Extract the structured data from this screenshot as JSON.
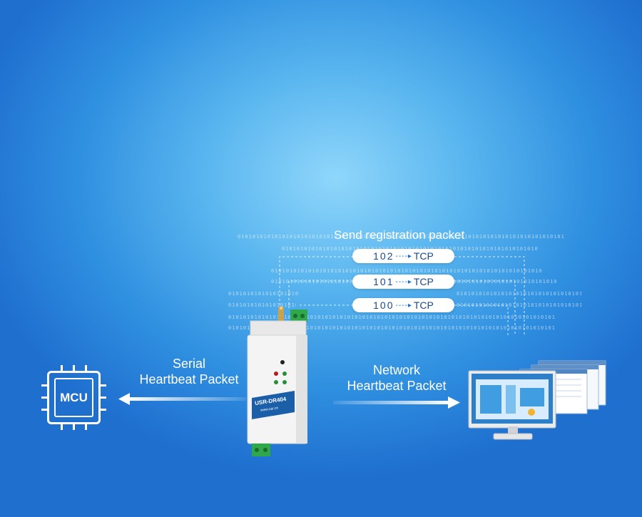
{
  "diagram": {
    "title": "Send registration packet",
    "registration_packets": [
      {
        "number": "102",
        "arrow": "----▸",
        "protocol": "TCP"
      },
      {
        "number": "101",
        "arrow": "----▸",
        "protocol": "TCP"
      },
      {
        "number": "100",
        "arrow": "----▸",
        "protocol": "TCP"
      }
    ],
    "mcu_label": "MCU",
    "serial_label_line1": "Serial",
    "serial_label_line2": "Heartbeat Packet",
    "network_label_line1": "Network",
    "network_label_line2": "Heartbeat Packet",
    "device_model": "USR-DR404",
    "device_site": "www.usr.cn",
    "binary_text": "0101010101010101010101010101010101010101010101010101010101010101010101010101010101010101"
  },
  "colors": {
    "arrow": "#ffffff",
    "device_body": "#f2f2f2",
    "device_badge": "#1a5fa8",
    "terminal_green": "#2fa84a"
  }
}
